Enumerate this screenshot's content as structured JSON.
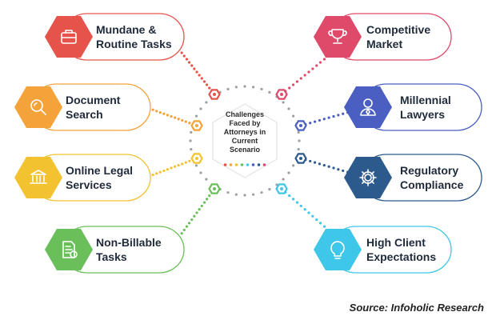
{
  "center": {
    "title_lines": [
      "Challenges",
      "Faced by",
      "Attorneys in",
      "Current",
      "Scenario"
    ],
    "dot_colors": [
      "#e5534b",
      "#f4a23a",
      "#f2c230",
      "#6abf5a",
      "#3ec7e8",
      "#4a5fc1",
      "#2d5a8c",
      "#e04a6a"
    ]
  },
  "nodes": [
    {
      "id": "mundane",
      "lines": [
        "Mundane &",
        "Routine Tasks"
      ],
      "color": "#e5534b",
      "icon": "briefcase-icon"
    },
    {
      "id": "document",
      "lines": [
        "Document",
        "Search"
      ],
      "color": "#f4a23a",
      "icon": "magnifier-icon"
    },
    {
      "id": "online",
      "lines": [
        "Online Legal",
        "Services"
      ],
      "color": "#f2c230",
      "icon": "laptop-courthouse-icon"
    },
    {
      "id": "nonbillable",
      "lines": [
        "Non-Billable",
        "Tasks"
      ],
      "color": "#6abf5a",
      "icon": "invoice-icon"
    },
    {
      "id": "competitive",
      "lines": [
        "Competitive",
        "Market"
      ],
      "color": "#e04a6a",
      "icon": "trophy-icon"
    },
    {
      "id": "millennial",
      "lines": [
        "Millennial",
        "Lawyers"
      ],
      "color": "#4a5fc1",
      "icon": "person-icon"
    },
    {
      "id": "regulatory",
      "lines": [
        "Regulatory",
        "Compliance"
      ],
      "color": "#2d5a8c",
      "icon": "gear-icon"
    },
    {
      "id": "highclient",
      "lines": [
        "High Client",
        "Expectations"
      ],
      "color": "#3ec7e8",
      "icon": "lightbulb-icon"
    }
  ],
  "source": "Source: Infoholic Research"
}
